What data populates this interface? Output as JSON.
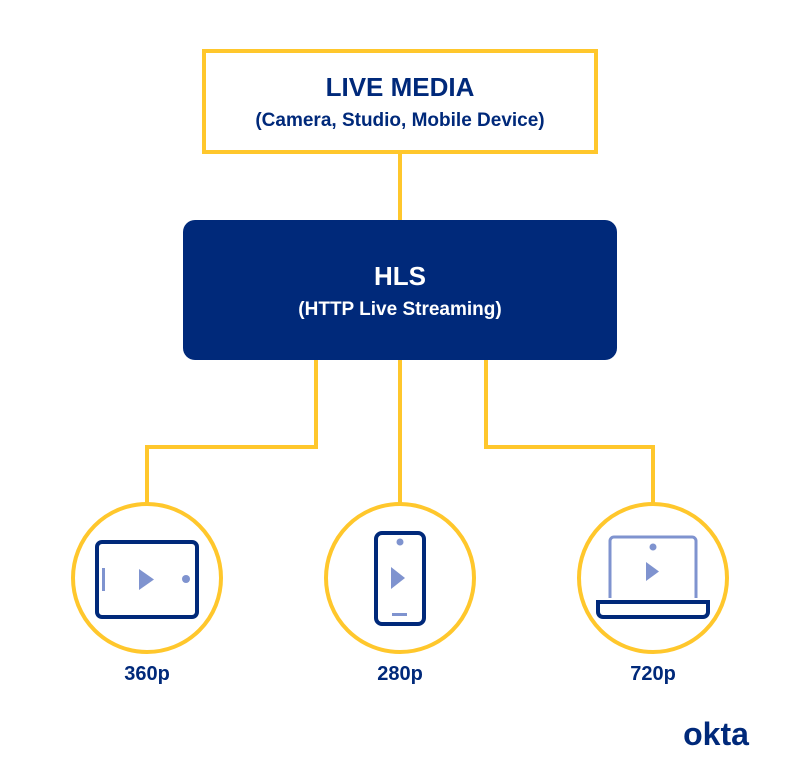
{
  "colors": {
    "yellow": "#FFC72C",
    "navy": "#00297A",
    "light_blue": "#7F93CF",
    "white": "#FFFFFF"
  },
  "source": {
    "title": "LIVE MEDIA",
    "subtitle": "(Camera, Studio, Mobile Device)"
  },
  "protocol": {
    "title": "HLS",
    "subtitle": "(HTTP Live Streaming)"
  },
  "outputs": [
    {
      "label": "360p",
      "icon": "tablet-icon"
    },
    {
      "label": "280p",
      "icon": "phone-icon"
    },
    {
      "label": "720p",
      "icon": "laptop-icon"
    }
  ],
  "logo": "okta"
}
